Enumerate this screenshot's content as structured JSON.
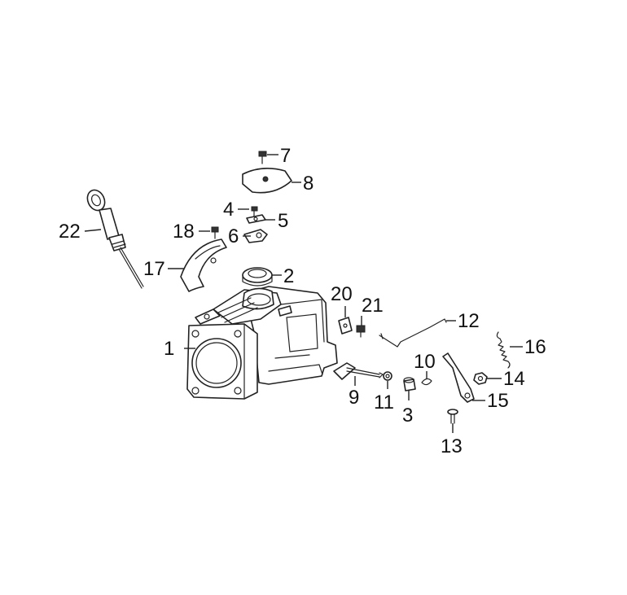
{
  "callouts": [
    {
      "id": "1",
      "label": "1"
    },
    {
      "id": "2",
      "label": "2"
    },
    {
      "id": "3",
      "label": "3"
    },
    {
      "id": "4",
      "label": "4"
    },
    {
      "id": "5",
      "label": "5"
    },
    {
      "id": "6",
      "label": "6"
    },
    {
      "id": "7",
      "label": "7"
    },
    {
      "id": "8",
      "label": "8"
    },
    {
      "id": "9",
      "label": "9"
    },
    {
      "id": "10",
      "label": "10"
    },
    {
      "id": "11",
      "label": "11"
    },
    {
      "id": "12",
      "label": "12"
    },
    {
      "id": "13",
      "label": "13"
    },
    {
      "id": "14",
      "label": "14"
    },
    {
      "id": "15",
      "label": "15"
    },
    {
      "id": "16",
      "label": "16"
    },
    {
      "id": "17",
      "label": "17"
    },
    {
      "id": "18",
      "label": "18"
    },
    {
      "id": "20",
      "label": "20"
    },
    {
      "id": "21",
      "label": "21"
    },
    {
      "id": "22",
      "label": "22"
    }
  ]
}
